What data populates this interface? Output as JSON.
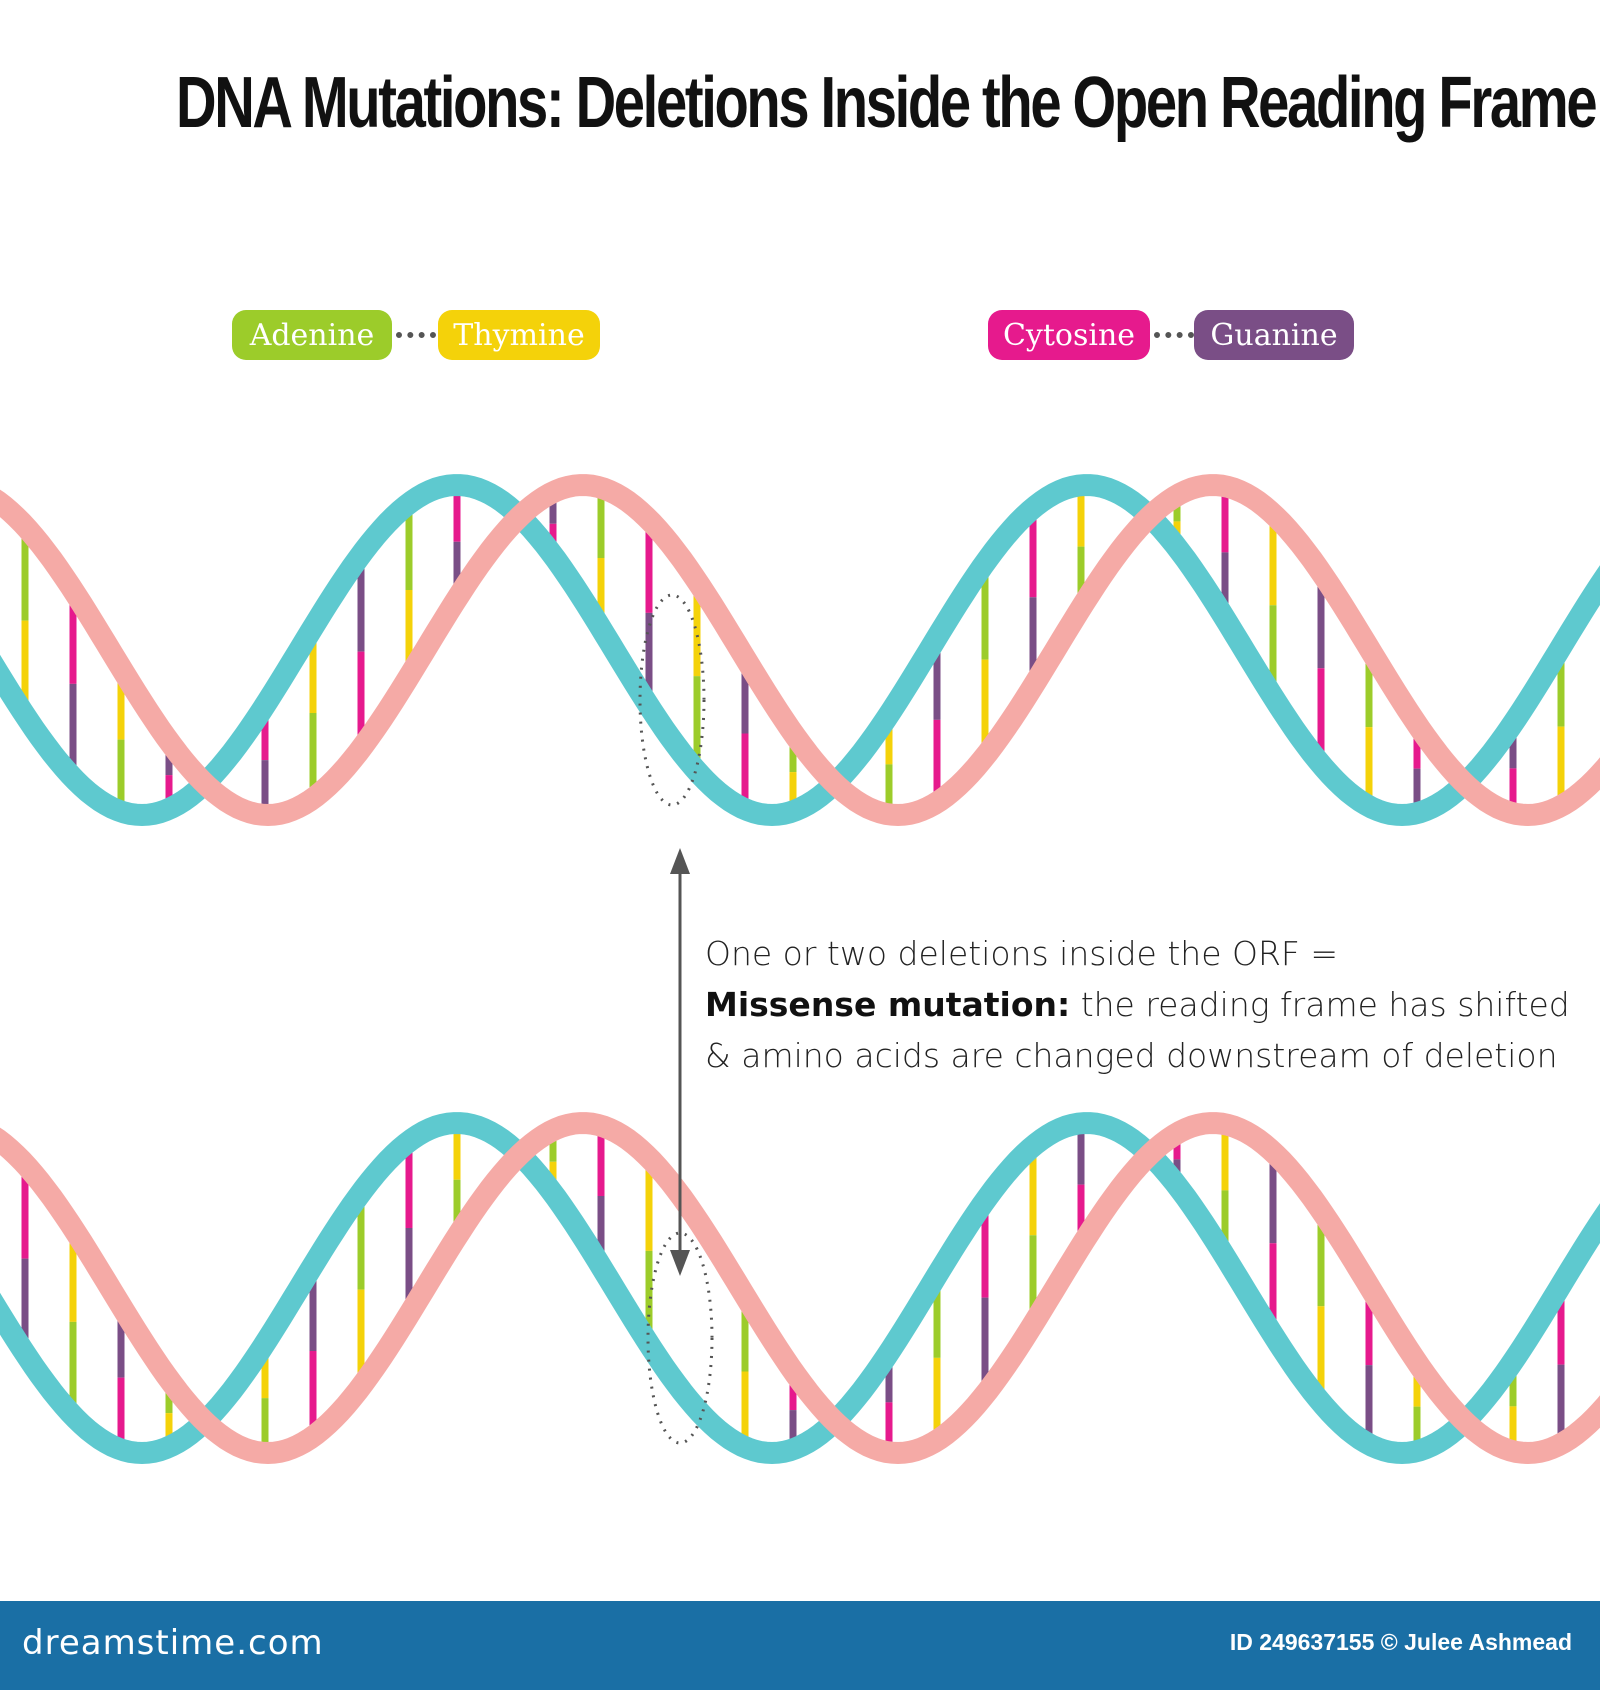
{
  "title": "DNA Mutations: Deletions Inside the Open Reading Frame",
  "legend": {
    "pair1": [
      {
        "label": "Adenine",
        "color": "#9ccc2a"
      },
      {
        "label": "Thymine",
        "color": "#f4d20a"
      }
    ],
    "pair2": [
      {
        "label": "Cytosine",
        "color": "#e61a8d"
      },
      {
        "label": "Guanine",
        "color": "#7a4e86"
      }
    ]
  },
  "colors": {
    "strand_pink": "#f5aaa6",
    "strand_teal": "#5ec9cf",
    "adenine": "#9ccc2a",
    "thymine": "#f4d20a",
    "cytosine": "#e61a8d",
    "guanine": "#7a4e86"
  },
  "annotation": {
    "line1": "One or two deletions inside the ORF =",
    "line2_bold": "Missense mutation:",
    "line2_rest": " the reading frame has shifted",
    "line3": "& amino acids are changed downstream of deletion"
  },
  "footer": {
    "site": "dreamstime.com",
    "credit": "ID 249637155 © Julee Ashmead"
  }
}
